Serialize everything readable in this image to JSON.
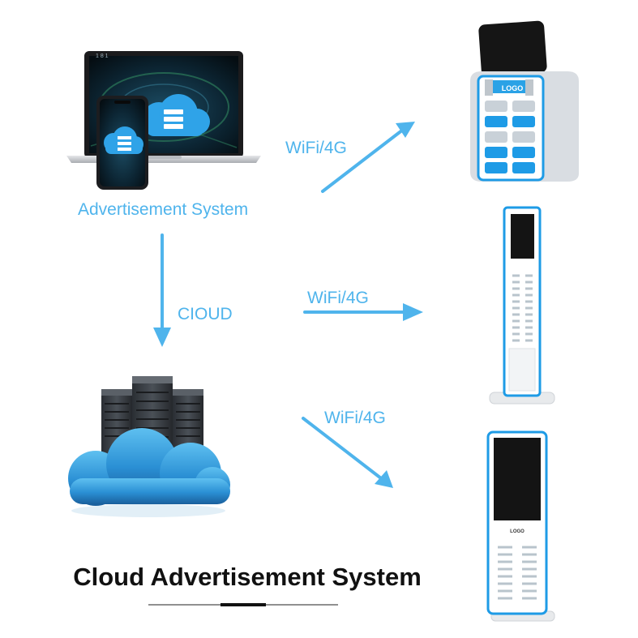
{
  "labels": {
    "advertisement_system": "Advertisement System",
    "cloud_link": "CIOUD",
    "link_top": "WiFi/4G",
    "link_middle": "WiFi/4G",
    "link_bottom": "WiFi/4G"
  },
  "devices": {
    "screen_logo": "LOGO",
    "kiosk_logo": "LOGO",
    "laptop_status": "1 8 1"
  },
  "title": "Cloud Advertisement System",
  "colors": {
    "accent": "#4fb4ec",
    "cloud_blue": "#2a8fd4",
    "device_blue": "#1e9be6",
    "text": "#111111"
  }
}
